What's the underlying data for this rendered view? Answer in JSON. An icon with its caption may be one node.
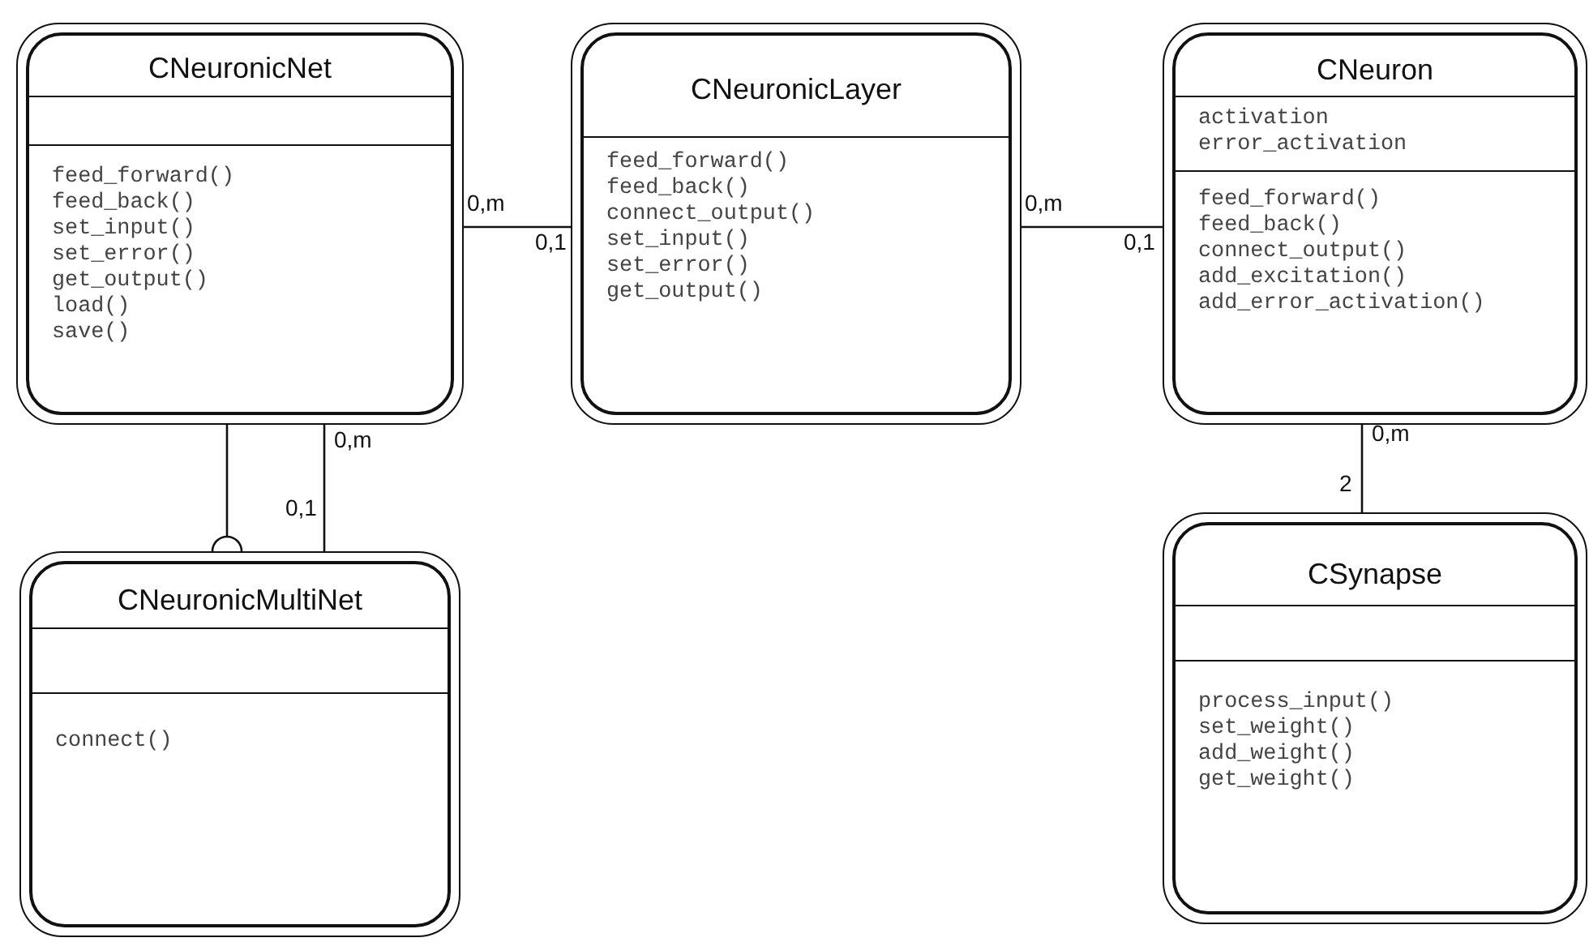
{
  "diagram": {
    "nodes": [
      {
        "text": [
          "CNeuronicNet"
        ]
      },
      {
        "text": [],
        "shape": "box",
        "in": 0
      },
      {
        "text": [
          "feed_forward()",
          "feed_back()",
          "set_input()",
          "set_error()",
          "get_output()",
          "load()",
          "save()"
        ],
        "in": 0
      },
      {
        "text": [
          "CNeuronicLayer"
        ]
      },
      {
        "text": [
          "feed_forward()",
          "feed_back()",
          "connect_output()",
          "set_input()",
          "set_error()",
          "get_output()"
        ],
        "in": 3
      },
      {
        "text": [
          "CNeuron"
        ]
      },
      {
        "text": [
          "activation",
          "error_activation"
        ],
        "in": 5
      },
      {
        "text": [
          "feed_forward()",
          "feed_back()",
          "connect_output()",
          "add_excitation()",
          "add_error_activation()"
        ],
        "in": 5
      },
      {
        "text": [
          "CNeuronicMultiNet"
        ]
      },
      {
        "text": [],
        "shape": "box",
        "in": 8
      },
      {
        "text": [
          "connect()"
        ],
        "in": 8
      },
      {
        "text": [
          "CSynapse"
        ]
      },
      {
        "text": [],
        "shape": "box",
        "in": 11
      },
      {
        "text": [
          "process_input()",
          "set_weight()",
          "add_weight()",
          "get_weight()"
        ],
        "in": 11
      }
    ],
    "edges": [
      {
        "from": 0,
        "to": 3,
        "arrow": "none"
      },
      {
        "from": 3,
        "to": 5,
        "arrow": "none"
      },
      {
        "from": 0,
        "to": 8,
        "arrow": "none"
      },
      {
        "from": 0,
        "to": 8,
        "arrow": "other"
      },
      {
        "from": 5,
        "to": 11,
        "arrow": "none"
      }
    ],
    "labels": [
      "0,m",
      "0,m",
      "0,1",
      "0,1",
      "0,m",
      "0,m",
      "2",
      "0,1"
    ]
  }
}
